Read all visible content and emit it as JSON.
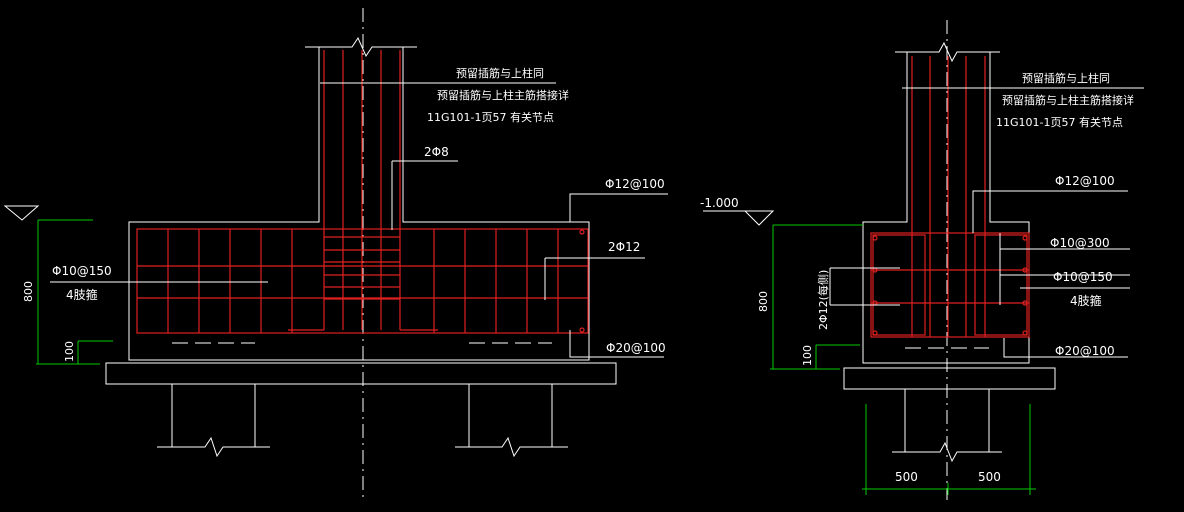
{
  "left": {
    "note_line1": "预留插筋与上柱同",
    "note_line2": "预留插筋与上柱主筋搭接详",
    "note_line3": "11G101-1页57 有关节点",
    "label_2phi8": "2Φ8",
    "label_phi12_100": "Φ12@100",
    "label_2phi12": "2Φ12",
    "label_phi10_150": "Φ10@150",
    "label_4legs": "4肢箍",
    "label_phi20_100": "Φ20@100",
    "dim_800": "800",
    "dim_100": "100"
  },
  "right": {
    "elevation": "-1.000",
    "note_line1": "预留插筋与上柱同",
    "note_line2": "预留插筋与上柱主筋搭接详",
    "note_line3": "11G101-1页57 有关节点",
    "label_phi12_100": "Φ12@100",
    "label_phi10_300": "Φ10@300",
    "label_phi10_150": "Φ10@150",
    "label_4legs": "4肢箍",
    "label_phi20_100": "Φ20@100",
    "label_2phi12_side": "2Φ12(每侧)",
    "dim_800": "800",
    "dim_100": "100",
    "dim_500a": "500",
    "dim_500b": "500"
  },
  "colors": {
    "background": "#000000",
    "outline": "#ffffff",
    "rebar": "#e02020",
    "dimension": "#00c800"
  }
}
